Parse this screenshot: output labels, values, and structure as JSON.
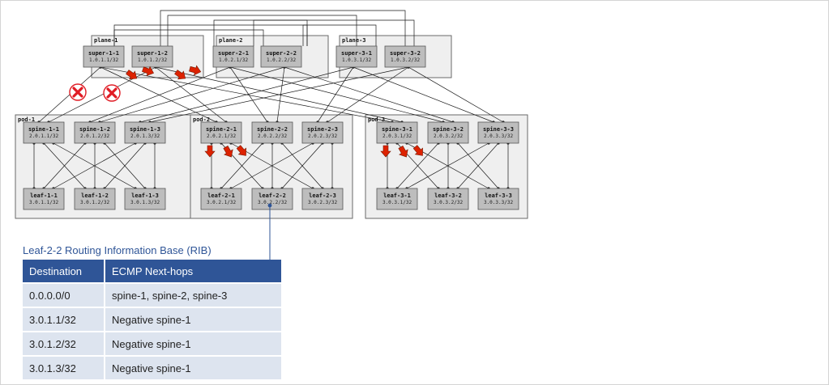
{
  "planes": [
    {
      "label": "plane-1",
      "nodes": [
        {
          "name": "super-1-1",
          "ip": "1.0.1.1/32"
        },
        {
          "name": "super-1-2",
          "ip": "1.0.1.2/32"
        }
      ]
    },
    {
      "label": "plane-2",
      "nodes": [
        {
          "name": "super-2-1",
          "ip": "1.0.2.1/32"
        },
        {
          "name": "super-2-2",
          "ip": "1.0.2.2/32"
        }
      ]
    },
    {
      "label": "plane-3",
      "nodes": [
        {
          "name": "super-3-1",
          "ip": "1.0.3.1/32"
        },
        {
          "name": "super-3-2",
          "ip": "1.0.3.2/32"
        }
      ]
    }
  ],
  "pods": [
    {
      "label": "pod-1",
      "spines": [
        {
          "name": "spine-1-1",
          "ip": "2.0.1.1/32"
        },
        {
          "name": "spine-1-2",
          "ip": "2.0.1.2/32"
        },
        {
          "name": "spine-1-3",
          "ip": "2.0.1.3/32"
        }
      ],
      "leaves": [
        {
          "name": "leaf-1-1",
          "ip": "3.0.1.1/32"
        },
        {
          "name": "leaf-1-2",
          "ip": "3.0.1.2/32"
        },
        {
          "name": "leaf-1-3",
          "ip": "3.0.1.3/32"
        }
      ]
    },
    {
      "label": "pod-2",
      "spines": [
        {
          "name": "spine-2-1",
          "ip": "2.0.2.1/32"
        },
        {
          "name": "spine-2-2",
          "ip": "2.0.2.2/32"
        },
        {
          "name": "spine-2-3",
          "ip": "2.0.2.3/32"
        }
      ],
      "leaves": [
        {
          "name": "leaf-2-1",
          "ip": "3.0.2.1/32"
        },
        {
          "name": "leaf-2-2",
          "ip": "3.0.2.2/32"
        },
        {
          "name": "leaf-2-3",
          "ip": "3.0.2.3/32"
        }
      ]
    },
    {
      "label": "pod-3",
      "spines": [
        {
          "name": "spine-3-1",
          "ip": "2.0.3.1/32"
        },
        {
          "name": "spine-3-2",
          "ip": "2.0.3.2/32"
        },
        {
          "name": "spine-3-3",
          "ip": "2.0.3.3/32"
        }
      ],
      "leaves": [
        {
          "name": "leaf-3-1",
          "ip": "3.0.3.1/32"
        },
        {
          "name": "leaf-3-2",
          "ip": "3.0.3.2/32"
        },
        {
          "name": "leaf-3-3",
          "ip": "3.0.3.3/32"
        }
      ]
    }
  ],
  "rib": {
    "title": "Leaf-2-2 Routing Information Base (RIB)",
    "columns": [
      "Destination",
      "ECMP Next-hops"
    ],
    "rows": [
      [
        "0.0.0.0/0",
        "spine-1, spine-2, spine-3"
      ],
      [
        "3.0.1.1/32",
        "Negative spine-1"
      ],
      [
        "3.0.1.2/32",
        "Negative spine-1"
      ],
      [
        "3.0.1.3/32",
        "Negative spine-1"
      ]
    ]
  },
  "colors": {
    "header": "#2f5597",
    "row": "#dde4ef",
    "arrow": "#dd2200",
    "failure": "#e01b24",
    "callout": "#2f5597"
  },
  "icons": [
    "red-arrow-icon",
    "failure-x-icon"
  ]
}
